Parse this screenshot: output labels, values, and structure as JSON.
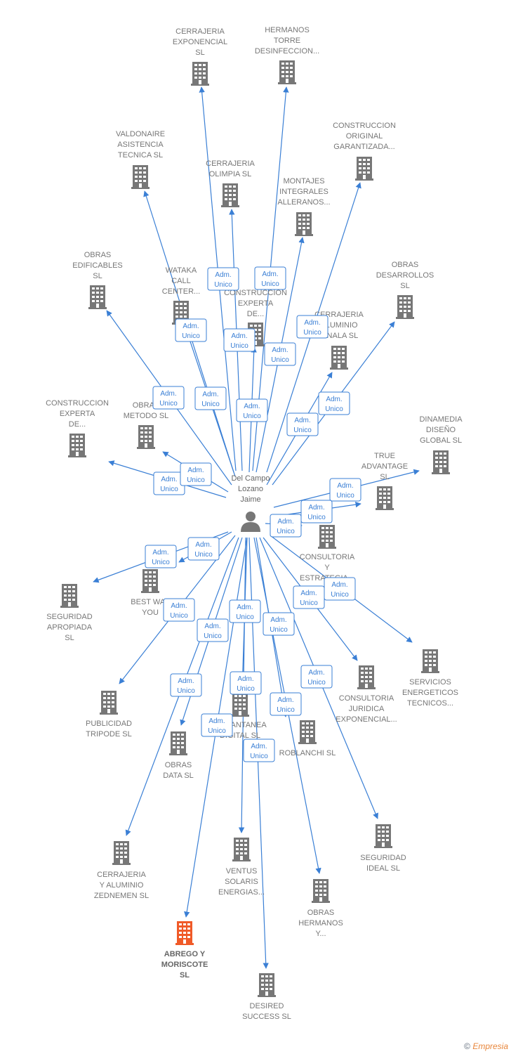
{
  "colors": {
    "edge": "#3a7fd5",
    "node": "#777777",
    "highlight_node": "#f05a28",
    "person": "#777777"
  },
  "center": {
    "id": "person",
    "icon": "person-icon",
    "label": [
      "Del Campo",
      "Lozano",
      "Jaime"
    ]
  },
  "badge": {
    "line1": "Adm.",
    "line2": "Unico"
  },
  "nodes": [
    {
      "id": "cerrajeria-exponencial",
      "label": [
        "CERRAJERIA",
        "EXPONENCIAL",
        "SL"
      ]
    },
    {
      "id": "hermanos-torre",
      "label": [
        "HERMANOS",
        "TORRE",
        "DESINFECCION..."
      ]
    },
    {
      "id": "construccion-original",
      "label": [
        "CONSTRUCCION",
        "ORIGINAL",
        "GARANTIZADA..."
      ]
    },
    {
      "id": "valdonaire",
      "label": [
        "VALDONAIRE",
        "ASISTENCIA",
        "TECNICA  SL"
      ]
    },
    {
      "id": "cerrajeria-olimpia",
      "label": [
        "CERRAJERIA",
        "OLIMPIA  SL"
      ]
    },
    {
      "id": "montajes-integrales",
      "label": [
        "MONTAJES",
        "INTEGRALES",
        "ALLERANOS..."
      ]
    },
    {
      "id": "obras-edificables",
      "label": [
        "OBRAS",
        "EDIFICABLES",
        "SL"
      ]
    },
    {
      "id": "wataka",
      "label": [
        "WATAKA",
        "CALL",
        "CENTER..."
      ]
    },
    {
      "id": "construccion-experta-1",
      "label": [
        "CONSTRUCCION",
        "EXPERTA",
        "DE..."
      ]
    },
    {
      "id": "obras-desarrollos",
      "label": [
        "OBRAS",
        "DESARROLLOS",
        "SL"
      ]
    },
    {
      "id": "cerrajeria-aluminio",
      "label": [
        "CERRAJERIA",
        "ALUMINIO",
        "FINALA  SL"
      ]
    },
    {
      "id": "construccion-experta-2",
      "label": [
        "CONSTRUCCION",
        "EXPERTA",
        "DE..."
      ]
    },
    {
      "id": "obras-metodo",
      "label": [
        "OBRAS",
        "METODO  SL"
      ]
    },
    {
      "id": "dinamedia",
      "label": [
        "DINAMEDIA",
        "DISEÑO",
        "GLOBAL  SL"
      ]
    },
    {
      "id": "true-advantage",
      "label": [
        "TRUE",
        "ADVANTAGE",
        "SL"
      ]
    },
    {
      "id": "consultoria-estrategica",
      "label": [
        "CONSULTORIA",
        "Y",
        "ESTRATEGIA..."
      ]
    },
    {
      "id": "seguridad-apropiada",
      "label": [
        "SEGURIDAD",
        "APROPIADA",
        "SL"
      ]
    },
    {
      "id": "best-way",
      "label": [
        "BEST WAY",
        "YOU"
      ]
    },
    {
      "id": "servicios-energeticos",
      "label": [
        "SERVICIOS",
        "ENERGETICOS",
        "TECNICOS..."
      ]
    },
    {
      "id": "publicidad-tripode",
      "label": [
        "PUBLICIDAD",
        "TRIPODE  SL"
      ]
    },
    {
      "id": "consultoria-juridica",
      "label": [
        "CONSULTORIA",
        "JURIDICA",
        "EXPONENCIAL..."
      ]
    },
    {
      "id": "instantanea-digital",
      "label": [
        "INSTANTANEA",
        "DIGITAL  SL"
      ]
    },
    {
      "id": "roblanchi",
      "label": [
        "ROBLANCHI SL"
      ]
    },
    {
      "id": "obras-data",
      "label": [
        "OBRAS",
        "DATA  SL"
      ]
    },
    {
      "id": "seguridad-ideal",
      "label": [
        "SEGURIDAD",
        "IDEAL  SL"
      ]
    },
    {
      "id": "cerrajeria-zednemen",
      "label": [
        "CERRAJERIA",
        "Y ALUMINIO",
        "ZEDNEMEN  SL"
      ]
    },
    {
      "id": "ventus-solaris",
      "label": [
        "VENTUS",
        "SOLARIS",
        "ENERGIAS..."
      ]
    },
    {
      "id": "obras-hermanos",
      "label": [
        "OBRAS",
        "HERMANOS",
        "Y..."
      ]
    },
    {
      "id": "abrego-moriscote",
      "label": [
        "ABREGO Y",
        "MORISCOTE",
        "SL"
      ],
      "highlight": true
    },
    {
      "id": "desired-success",
      "label": [
        "DESIRED",
        "SUCCESS  SL"
      ]
    }
  ],
  "footer": {
    "copyright": "©",
    "brand": "Empresia"
  }
}
